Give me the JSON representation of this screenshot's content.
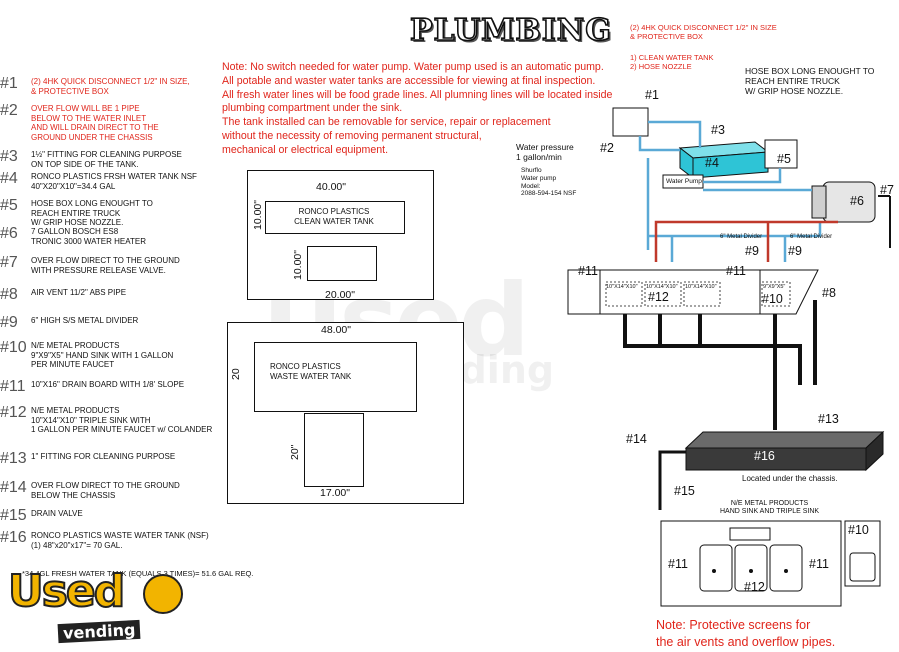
{
  "title": "PLUMBING",
  "legend": [
    {
      "num": "#1",
      "text": "(2) 4HK QUICK DISCONNECT 1/2\" IN SIZE,\n& PROTECTIVE BOX",
      "red": true
    },
    {
      "num": "#2",
      "text": "OVER FLOW WILL BE 1 PIPE\nBELOW TO THE WATER INLET\nAND WILL DRAIN DIRECT TO THE\nGROUND UNDER THE CHASSIS",
      "red": true
    },
    {
      "num": "#3",
      "text": "1½\" FITTING FOR CLEANING PURPOSE\nON TOP SIDE OF THE TANK.",
      "red": false
    },
    {
      "num": "#4",
      "text": "RONCO PLASTICS FRSH WATER TANK NSF\n40\"X20\"X10\"=34.4 GAL",
      "red": false
    },
    {
      "num": "#5",
      "text": "HOSE BOX LONG ENOUGHT TO\nREACH ENTIRE TRUCK\nW/ GRIP HOSE NOZZLE.",
      "red": false
    },
    {
      "num": "#6",
      "text": "7 GALLON BOSCH ES8\nTRONIC 3000 WATER HEATER",
      "red": false
    },
    {
      "num": "#7",
      "text": "OVER FLOW DIRECT TO THE GROUND\nWITH PRESSURE RELEASE VALVE.",
      "red": false
    },
    {
      "num": "#8",
      "text": "AIR VENT 11/2\" ABS PIPE",
      "red": false
    },
    {
      "num": "#9",
      "text": "6\" HIGH S/S METAL DIVIDER",
      "red": false
    },
    {
      "num": "#10",
      "text": "N/E METAL PRODUCTS\n9\"X9\"X5\" HAND SINK WITH 1 GALLON\nPER MINUTE FAUCET",
      "red": false
    },
    {
      "num": "#11",
      "text": "10\"X16\" DRAIN BOARD WITH 1/8' SLOPE",
      "red": false
    },
    {
      "num": "#12",
      "text": "N/E METAL PRODUCTS\n10\"X14\"X10\" TRIPLE SINK WITH\n1 GALLON PER MINUTE FAUCET w/ COLANDER",
      "red": false
    },
    {
      "num": "#13",
      "text": "1\" FITTING FOR CLEANING PURPOSE",
      "red": false
    },
    {
      "num": "#14",
      "text": "OVER FLOW DIRECT TO THE GROUND\nBELOW THE CHASSIS",
      "red": false
    },
    {
      "num": "#15",
      "text": "DRAIN VALVE",
      "red": false
    },
    {
      "num": "#16",
      "text": "RONCO PLASTICS WASTE WATER TANK (NSF)\n(1) 48\"x20\"x17\"= 70 GAL.",
      "red": false
    }
  ],
  "footnote": "*34.4GL FRESH WATER TANK (EQUALS 3 TIMES)= 51.6 GAL REQ.",
  "top_note": "Note: No switch needed for water pump. Water pump used is an automatic pump.\nAll potable and waster water tanks are accessible for viewing at final inspection.\nAll fresh water lines will be food grade lines. All plumning lines will be located inside\nplumbing compartment under the sink.\nThe tank installed can be removable for service, repair or replacement\nwithout the necessity of removing permanent structural,\nmechanical or electrical equipment.",
  "clean_tank": {
    "label": "RONCO PLASTICS\nCLEAN WATER TANK",
    "width": "40.00\"",
    "height": "10.00\"",
    "depth_h": "10.00\"",
    "depth_w": "20.00\""
  },
  "waste_tank": {
    "label": "RONCO PLASTICS\nWASTE WATER TANK",
    "width": "48.00\"",
    "height": "20",
    "depth_h": "20\"",
    "depth_w": "17.00\""
  },
  "diagram": {
    "top_right_note": "(2) 4HK QUICK DISCONNECT 1/2\" IN SIZE\n& PROTECTIVE BOX",
    "tank_list": "1) CLEAN WATER TANK\n2) HOSE NOZZLE",
    "hose_box_note": "HOSE BOX LONG ENOUGHT TO\nREACH ENTIRE TRUCK\nW/ GRIP HOSE NOZZLE.",
    "water_pressure": "Water pressure\n1 gallon/min",
    "pump_spec": "Shurflo\nWater pump\nModel:\n2088-594-154 NSF",
    "water_pump": "Water Pump",
    "divider1": "6\" Metal Divider",
    "divider2": "6\" Metal Divider",
    "sink_a": "10\"X14\"X10\"",
    "sink_b": "10\"X14\"X10\"",
    "sink_c": "10\"X14\"X10\"",
    "hand_sink": "9\"X9\"X5\"",
    "chassis_note": "Located under the chassis.",
    "sink_title": "N/E METAL PRODUCTS\nHAND SINK AND TRIPLE SINK",
    "tags": {
      "t1": "#1",
      "t2": "#2",
      "t3": "#3",
      "t4": "#4",
      "t5": "#5",
      "t6": "#6",
      "t7": "#7",
      "t8": "#8",
      "t9a": "#9",
      "t9b": "#9",
      "t10": "#10",
      "t11a": "#11",
      "t11b": "#11",
      "t12": "#12",
      "t13": "#13",
      "t14": "#14",
      "t15": "#15",
      "t16": "#16",
      "b11a": "#11",
      "b11b": "#11",
      "b12": "#12",
      "b10": "#10"
    }
  },
  "bottom_note": "Note: Protective screens for\nthe air vents and overflow pipes.",
  "watermark": {
    "used": "Used",
    "vending": "vending"
  },
  "colors": {
    "red": "#e0251b",
    "cyan": "#2ec4d6",
    "pipe_red": "#c0392b",
    "pipe_blue": "#5aa9d6",
    "tank_gray": "#3a3a3a"
  }
}
